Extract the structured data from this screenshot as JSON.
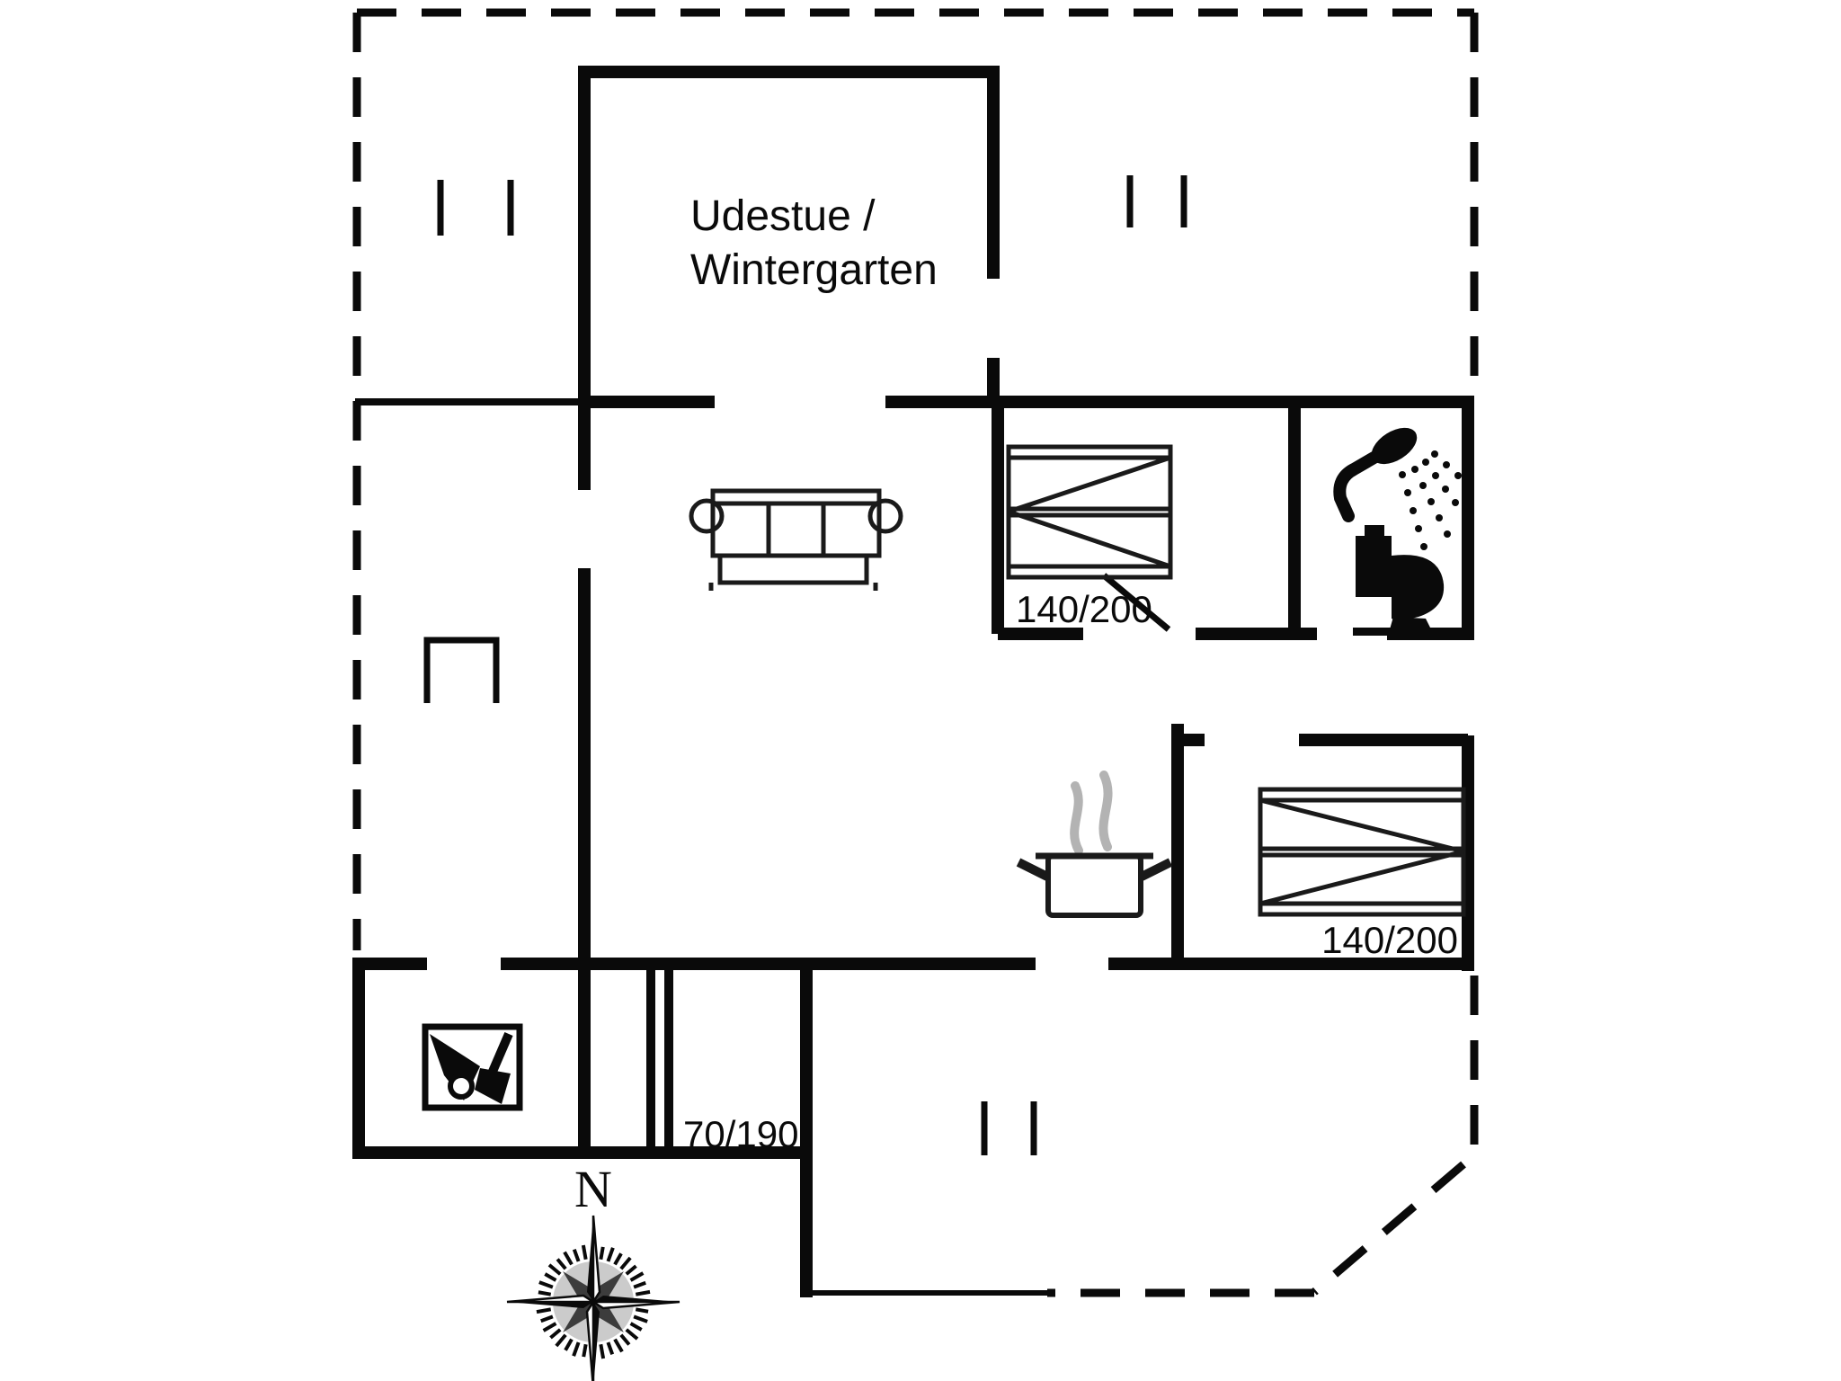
{
  "floorplan": {
    "colors": {
      "background": "#ffffff",
      "lines": "#0a0a0a",
      "steam_gray": "#b3b3b3"
    },
    "rooms": {
      "winter_garden": {
        "label_line1": "Udestue /",
        "label_line2": "Wintergarten"
      },
      "bedroom_1": {
        "bed_size_label": "140/200"
      },
      "bedroom_2": {
        "bed_size_label": "140/200"
      },
      "hallway": {
        "door_size_label": "70/190"
      }
    },
    "compass": {
      "north_label": "N"
    },
    "icons": {
      "sofa": "sofa-icon",
      "bed_bedroom_1": "double-bed-icon",
      "bed_bedroom_2": "double-bed-icon",
      "shower": "shower-icon",
      "toilet": "toilet-icon",
      "cooking_pot": "cooking-pot-icon",
      "stove": "wood-stove-icon",
      "terrace_table": "terrace-table-icon",
      "compass_rose": "compass-rose-icon",
      "window_marks": "window-tick-icon",
      "sliding_door": "double-line-door-icon"
    }
  }
}
